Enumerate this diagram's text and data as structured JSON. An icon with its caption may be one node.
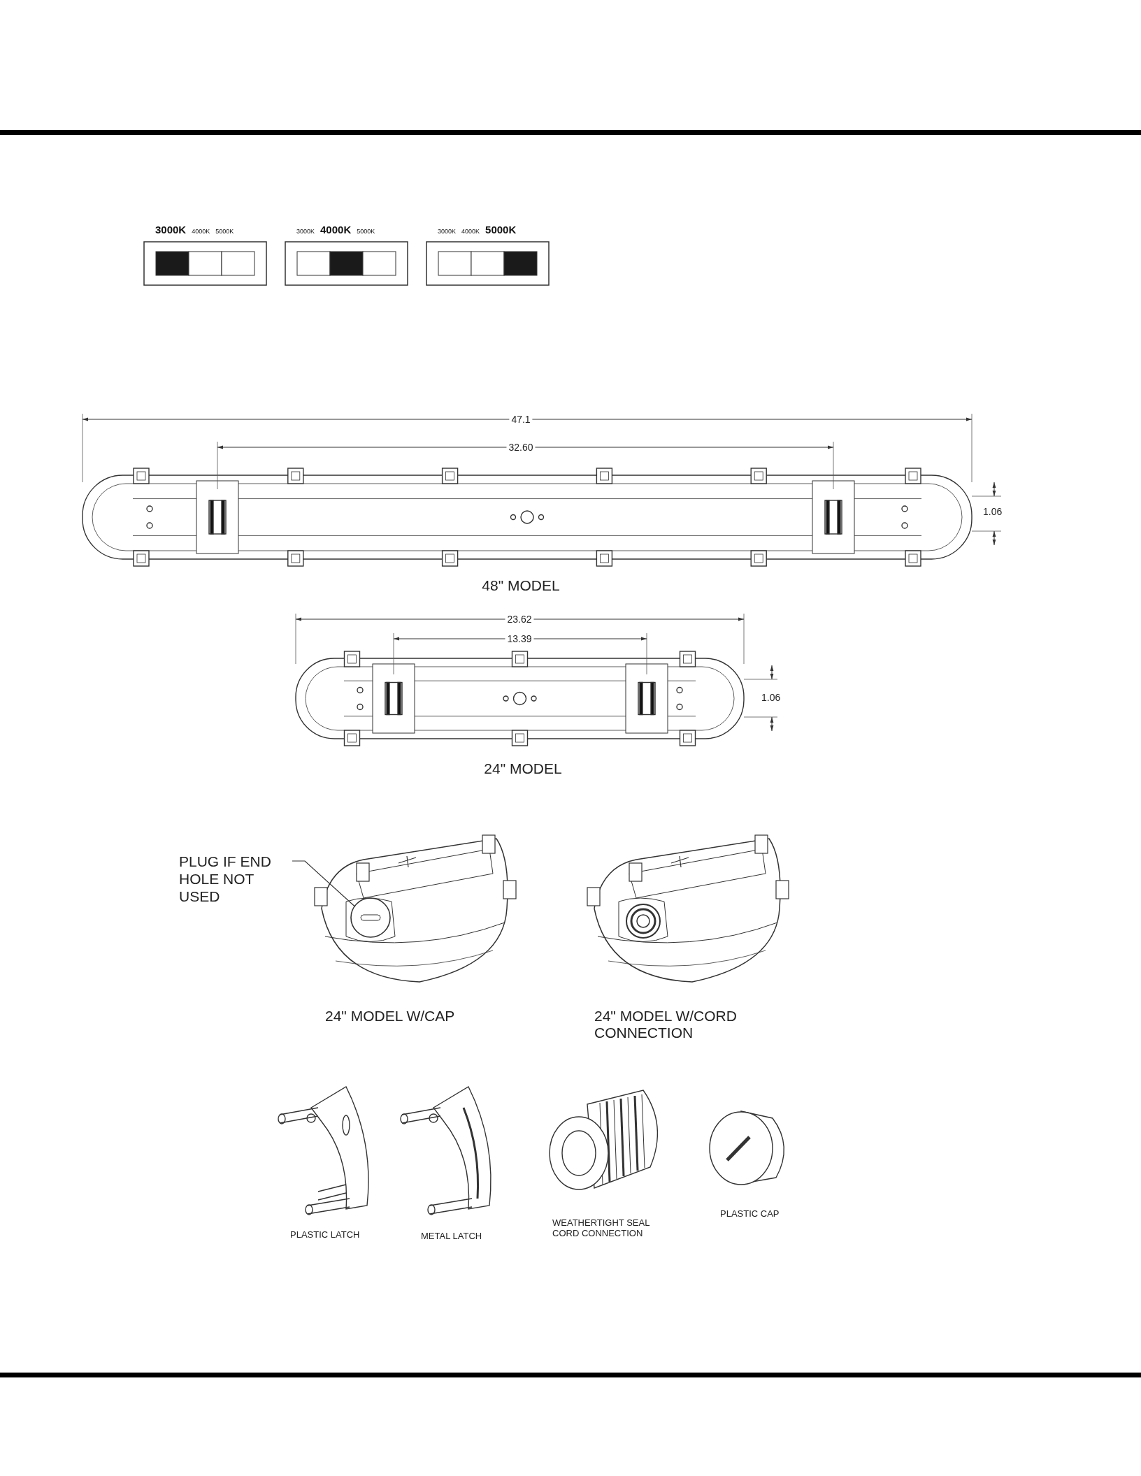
{
  "diagram": {
    "nodes": [
      {
        "text": [
          "PLUG IF END HOLE NOT USED"
        ]
      },
      {
        "text": [],
        "shape": "circle"
      }
    ],
    "edges": [
      {
        "from": 0,
        "to": 1,
        "arrow": "none"
      }
    ],
    "labels": [
      "3000K",
      "4000K",
      "5000K",
      "3000K",
      "4000K",
      "5000K",
      "3000K",
      "4000K",
      "5000K",
      "47.1",
      "32.60",
      "1.06",
      "48\" MODEL",
      "23.62",
      "13.39",
      "1.06",
      "24\" MODEL",
      "24\" MODEL W/CAP",
      "24\" MODEL W/CORD CONNECTION",
      "PLASTIC LATCH",
      "METAL LATCH",
      "WEATHERTIGHT SEAL CORD CONNECTION",
      "PLASTIC CAP"
    ]
  }
}
